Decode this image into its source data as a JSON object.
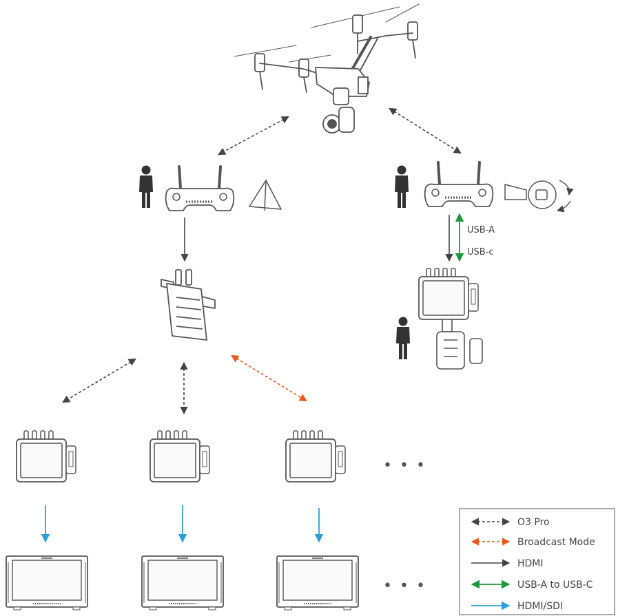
{
  "labels": {
    "usb_a": "USB-A",
    "usb_c": "USB-c",
    "ellipsis_monitors": "• • •",
    "ellipsis_screens": "• • •"
  },
  "legend": {
    "items": [
      {
        "label": "O3 Pro",
        "color": "#444444",
        "style": "dashed"
      },
      {
        "label": "Broadcast Mode",
        "color": "#e8591a",
        "style": "dashed"
      },
      {
        "label": "HDMI",
        "color": "#444444",
        "style": "solid"
      },
      {
        "label": "USB-A to USB-C",
        "color": "#1a9a3c",
        "style": "solid"
      },
      {
        "label": "HDMI/SDI",
        "color": "#2a9fd8",
        "style": "solid"
      }
    ]
  },
  "colors": {
    "o3pro": "#444444",
    "broadcast": "#e8591a",
    "hdmi": "#444444",
    "usb": "#1a9a3c",
    "sdi": "#2a9fd8",
    "device_stroke": "#555555",
    "person": "#333333"
  },
  "icons": [
    "drone-icon",
    "person-icon",
    "remote-controller-icon",
    "antenna-icon",
    "gimbal-rotate-icon",
    "transmitter-icon",
    "monitor-icon",
    "display-screen-icon"
  ]
}
